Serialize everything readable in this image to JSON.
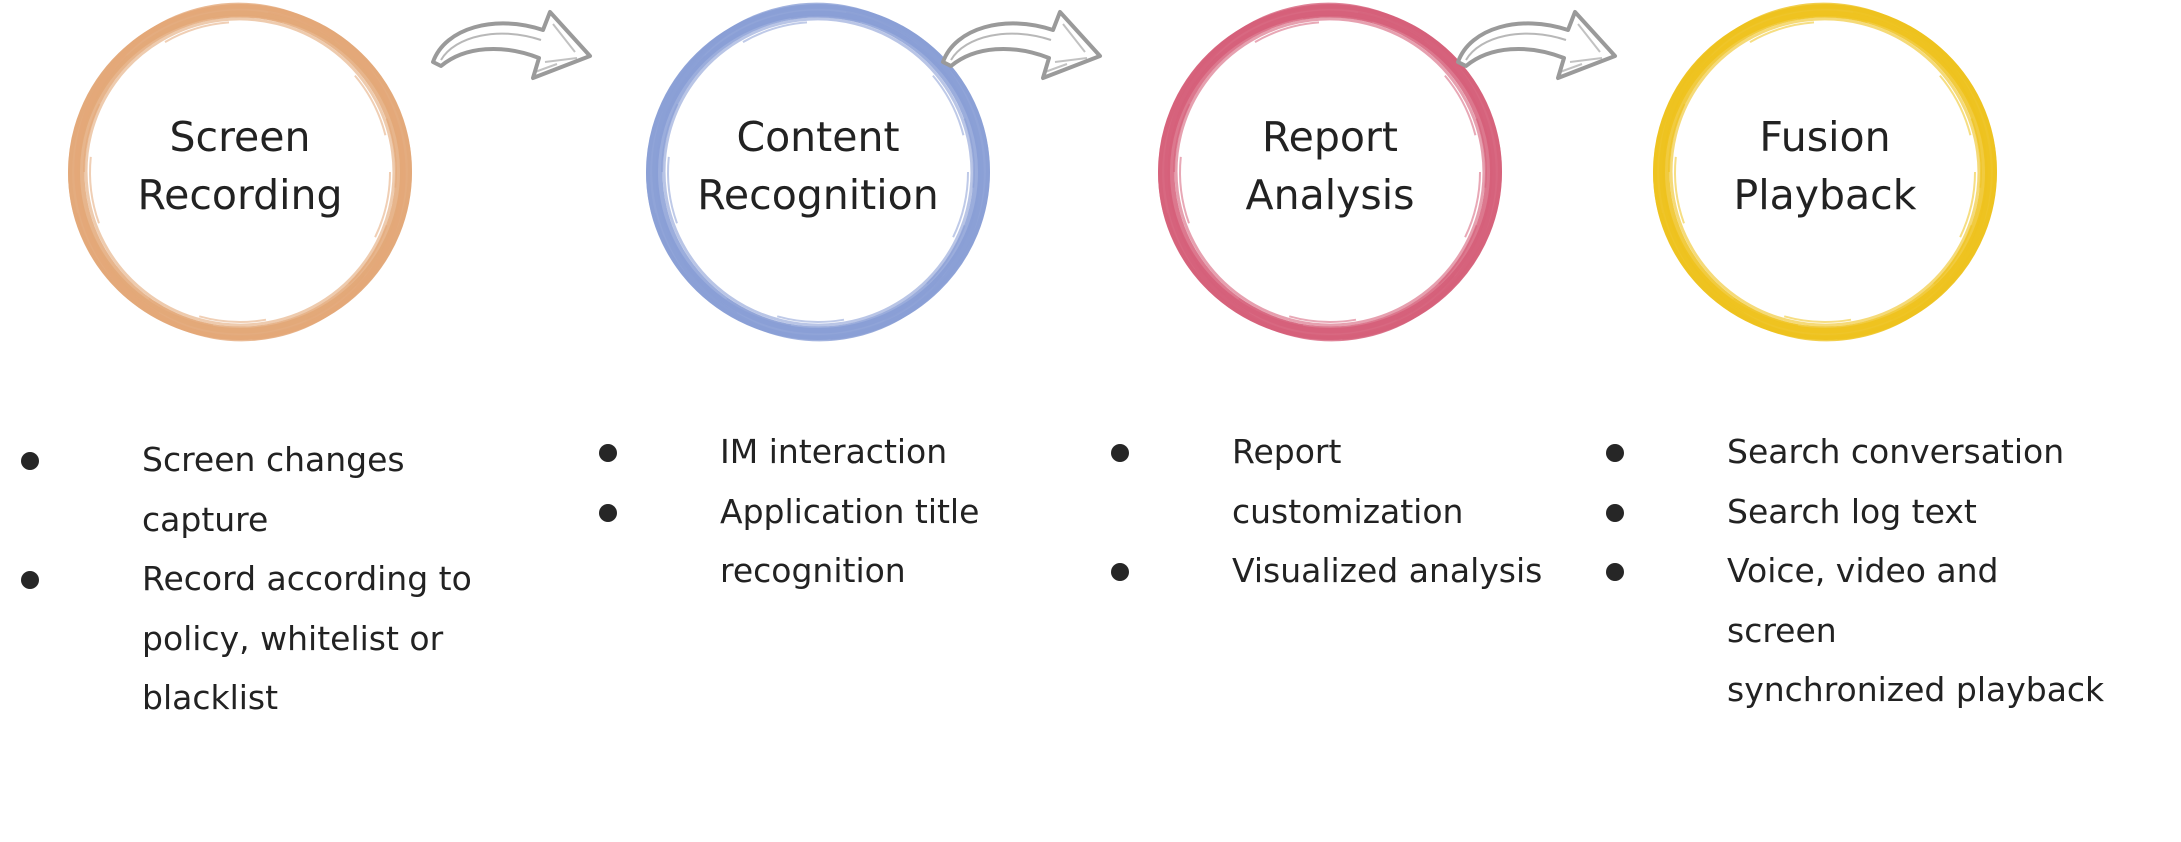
{
  "colors": {
    "ring_orange": "#e3a878",
    "ring_blue": "#8a9fd6",
    "ring_red": "#d6607a",
    "ring_yellow": "#eec21e",
    "arrow": "#9a9a9a",
    "text": "#222222",
    "bullet": "#262626"
  },
  "steps": [
    {
      "title": [
        "Screen",
        "Recording"
      ],
      "bullets": [
        [
          "Screen changes",
          "capture"
        ],
        [
          "Record according to",
          "policy, whitelist or",
          "blacklist"
        ]
      ]
    },
    {
      "title": [
        "Content",
        "Recognition"
      ],
      "bullets": [
        [
          "IM interaction"
        ],
        [
          "Application title",
          "recognition"
        ]
      ]
    },
    {
      "title": [
        "Report",
        "Analysis"
      ],
      "bullets": [
        [
          "Report",
          "customization"
        ],
        [
          "Visualized analysis"
        ]
      ]
    },
    {
      "title": [
        "Fusion",
        "Playback"
      ],
      "bullets": [
        [
          "Search conversation"
        ],
        [
          "Search log text"
        ],
        [
          "Voice, video and screen",
          "synchronized playback"
        ]
      ]
    }
  ],
  "arrows": [
    {
      "icon": "curved-arrow-right-icon"
    },
    {
      "icon": "curved-arrow-right-icon"
    },
    {
      "icon": "curved-arrow-right-icon"
    }
  ]
}
